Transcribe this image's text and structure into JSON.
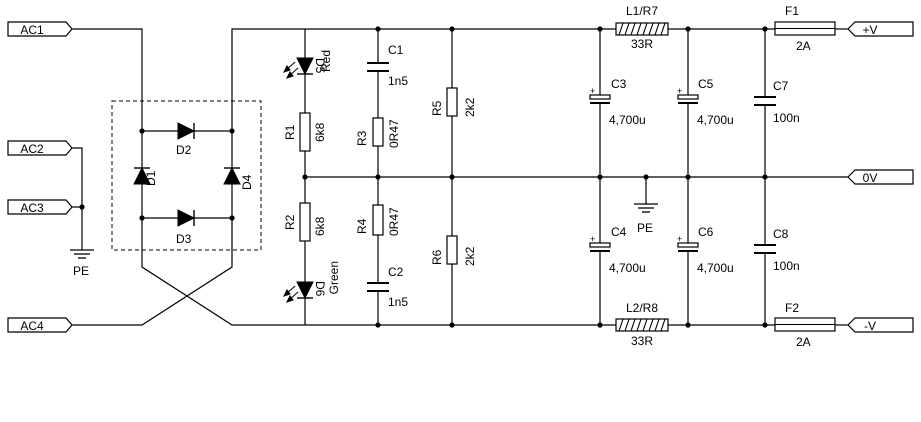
{
  "connectors": {
    "ac1": "AC1",
    "ac2": "AC2",
    "ac3": "AC3",
    "ac4": "AC4",
    "vpos": "+V",
    "zero": "0V",
    "vneg": "-V"
  },
  "diodes": {
    "d1": "D1",
    "d2": "D2",
    "d3": "D3",
    "d4": "D4"
  },
  "leds": {
    "d5": "D5",
    "d5_color": "Red",
    "d6": "D6",
    "d6_color": "Green"
  },
  "resistors": {
    "r1": "R1",
    "r1_value": "6k8",
    "r2": "R2",
    "r2_value": "6k8",
    "r3": "R3",
    "r3_value": "0R47",
    "r4": "R4",
    "r4_value": "0R47",
    "r5": "R5",
    "r5_value": "2k2",
    "r6": "R6",
    "r6_value": "2k2"
  },
  "capacitors": {
    "c1": "C1",
    "c1_value": "1n5",
    "c2": "C2",
    "c2_value": "1n5",
    "c3": "C3",
    "c3_value": "4,700u",
    "c4": "C4",
    "c4_value": "4,700u",
    "c5": "C5",
    "c5_value": "4,700u",
    "c6": "C6",
    "c6_value": "4,700u",
    "c7": "C7",
    "c7_value": "100n",
    "c8": "C8",
    "c8_value": "100n"
  },
  "inductors": {
    "l1": "L1/R7",
    "l1_value": "33R",
    "l2": "L2/R8",
    "l2_value": "33R"
  },
  "fuses": {
    "f1": "F1",
    "f1_value": "2A",
    "f2": "F2",
    "f2_value": "2A"
  },
  "grounds": {
    "pe_left": "PE",
    "pe_center": "PE"
  },
  "polarity": {
    "plus": "+"
  }
}
